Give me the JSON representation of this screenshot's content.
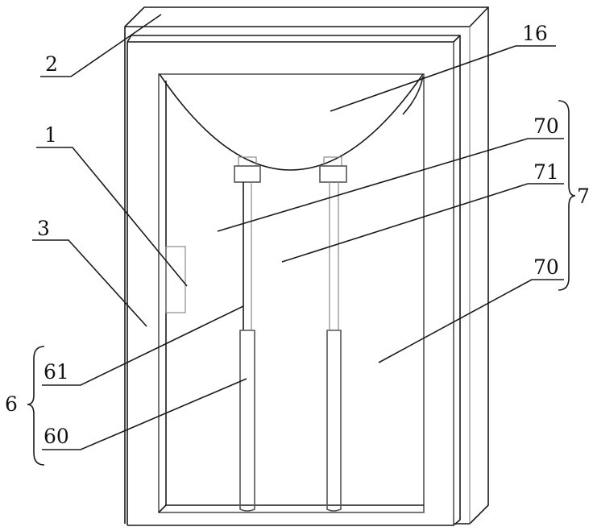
{
  "figure": {
    "labels": {
      "frame": "2",
      "bowl": "16",
      "panel_top": "70",
      "gap": "71",
      "panel_bottom": "70",
      "assembly": "7",
      "handle": "1",
      "door": "3",
      "rod": "61",
      "cylinder": "60",
      "support": "6"
    }
  }
}
